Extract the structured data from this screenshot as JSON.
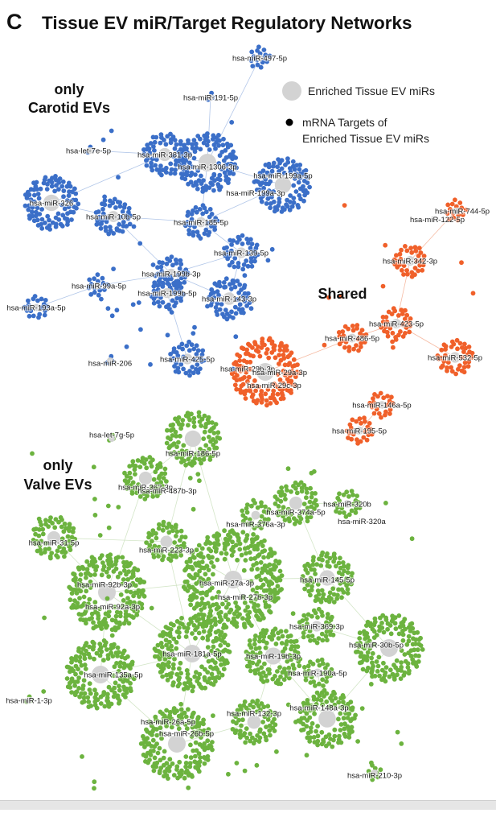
{
  "panel_letter": "C",
  "title": "Tissue EV miR/Target Regulatory Networks",
  "group_labels": {
    "carotid": [
      "only",
      "Carotid EVs"
    ],
    "shared": "Shared",
    "valve": [
      "only",
      "Valve EVs"
    ]
  },
  "legend": {
    "mir_label": "Enriched Tissue EV miRs",
    "target_label_lines": [
      "mRNA Targets of",
      "Enriched Tissue EV miRs"
    ]
  },
  "colors": {
    "carotid": "#3b6fc8",
    "shared": "#f0602a",
    "valve": "#6cb33f",
    "mir_node": "#d3d3d3",
    "edge_carotid": "#a9c0e6",
    "edge_shared": "#f5b49a",
    "edge_valve": "#cfe3c2"
  },
  "chart_data": {
    "type": "network",
    "groups": [
      {
        "name": "only Carotid EVs",
        "color": "#3b6fc8",
        "mirs": [
          {
            "label": "hsa-miR-497-5p",
            "size": "small"
          },
          {
            "label": "hsa-miR-191-5p",
            "size": "tiny"
          },
          {
            "label": "hsa-let-7e-5p",
            "size": "tiny"
          },
          {
            "label": "hsa-miR-381-3p",
            "size": "medium"
          },
          {
            "label": "hsa-miR-1306-3p",
            "size": "large"
          },
          {
            "label": "hsa-miR-199a-5p",
            "size": "large"
          },
          {
            "label": "hsa-miR-199a-3p",
            "size": "label"
          },
          {
            "label": "hsa-miR-326",
            "size": "large"
          },
          {
            "label": "hsa-miR-10b-5p",
            "size": "medium"
          },
          {
            "label": "hsa-miR-185-5p",
            "size": "medium"
          },
          {
            "label": "hsa-miR-139-5p",
            "size": "medium"
          },
          {
            "label": "hsa-miR-99a-5p",
            "size": "small"
          },
          {
            "label": "hsa-miR-199b-3p",
            "size": "medium"
          },
          {
            "label": "hsa-miR-199b-5p",
            "size": "medium"
          },
          {
            "label": "hsa-miR-143-3p",
            "size": "medium"
          },
          {
            "label": "hsa-miR-193a-5p",
            "size": "small"
          },
          {
            "label": "hsa-miR-206",
            "size": "tiny"
          },
          {
            "label": "hsa-miR-425-5p",
            "size": "small"
          }
        ]
      },
      {
        "name": "Shared",
        "color": "#f0602a",
        "mirs": [
          {
            "label": "hsa-miR-744-5p",
            "size": "small"
          },
          {
            "label": "hsa-miR-122-5p",
            "size": "label"
          },
          {
            "label": "hsa-miR-342-3p",
            "size": "small"
          },
          {
            "label": "hsa-miR-423-5p",
            "size": "small"
          },
          {
            "label": "hsa-miR-486-5p",
            "size": "small"
          },
          {
            "label": "hsa-miR-532-5p",
            "size": "small"
          },
          {
            "label": "hsa-miR-29b-3p",
            "size": "large"
          },
          {
            "label": "hsa-miR-29a-3p",
            "size": "label"
          },
          {
            "label": "hsa-miR-29c-3p",
            "size": "label"
          },
          {
            "label": "hsa-miR-146a-5p",
            "size": "small"
          },
          {
            "label": "hsa-miR-195-5p",
            "size": "small"
          }
        ]
      },
      {
        "name": "only Valve EVs",
        "color": "#6cb33f",
        "mirs": [
          {
            "label": "hsa-let-7g-5p",
            "size": "tiny"
          },
          {
            "label": "hsa-miR-186-5p",
            "size": "large"
          },
          {
            "label": "hsa-miR-362-3p",
            "size": "medium"
          },
          {
            "label": "hsa-miR-487b-3p",
            "size": "label"
          },
          {
            "label": "hsa-miR-374a-5p",
            "size": "medium"
          },
          {
            "label": "hsa-miR-320b",
            "size": "small"
          },
          {
            "label": "hsa-miR-376a-3p",
            "size": "small"
          },
          {
            "label": "hsa-miR-320a",
            "size": "label"
          },
          {
            "label": "hsa-miR-31-5p",
            "size": "medium"
          },
          {
            "label": "hsa-miR-223-3p",
            "size": "small"
          },
          {
            "label": "hsa-miR-92b-3p",
            "size": "large"
          },
          {
            "label": "hsa-miR-27a-3p",
            "size": "large"
          },
          {
            "label": "hsa-miR-145-5p",
            "size": "medium"
          },
          {
            "label": "hsa-miR-27b-3p",
            "size": "label"
          },
          {
            "label": "hsa-miR-92a-3p",
            "size": "label"
          },
          {
            "label": "hsa-miR-369-3p",
            "size": "small"
          },
          {
            "label": "hsa-miR-30b-5p",
            "size": "large"
          },
          {
            "label": "hsa-miR-181a-5p",
            "size": "large"
          },
          {
            "label": "hsa-miR-19b-3p",
            "size": "large"
          },
          {
            "label": "hsa-miR-135a-5p",
            "size": "large"
          },
          {
            "label": "hsa-miR-190a-5p",
            "size": "small"
          },
          {
            "label": "hsa-miR-1-3p",
            "size": "tiny"
          },
          {
            "label": "hsa-miR-148a-3p",
            "size": "large"
          },
          {
            "label": "hsa-miR-26a-5p",
            "size": "label"
          },
          {
            "label": "hsa-miR-132-3p",
            "size": "medium"
          },
          {
            "label": "hsa-miR-26b-5p",
            "size": "large"
          },
          {
            "label": "hsa-miR-210-3p",
            "size": "tiny"
          }
        ]
      }
    ]
  }
}
